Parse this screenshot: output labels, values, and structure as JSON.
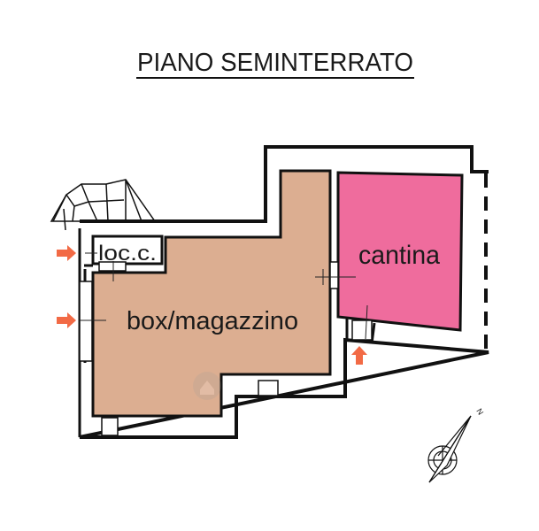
{
  "title": "PIANO SEMINTERRATO",
  "rooms": {
    "loc_c": "loc.c.",
    "box": "box/magazzino",
    "cantina": "cantina"
  },
  "compass_label": "N",
  "colors": {
    "box": "#dcae91",
    "cantina": "#ef6c9d",
    "arrow": "#f26a45",
    "wall": "#111111"
  }
}
